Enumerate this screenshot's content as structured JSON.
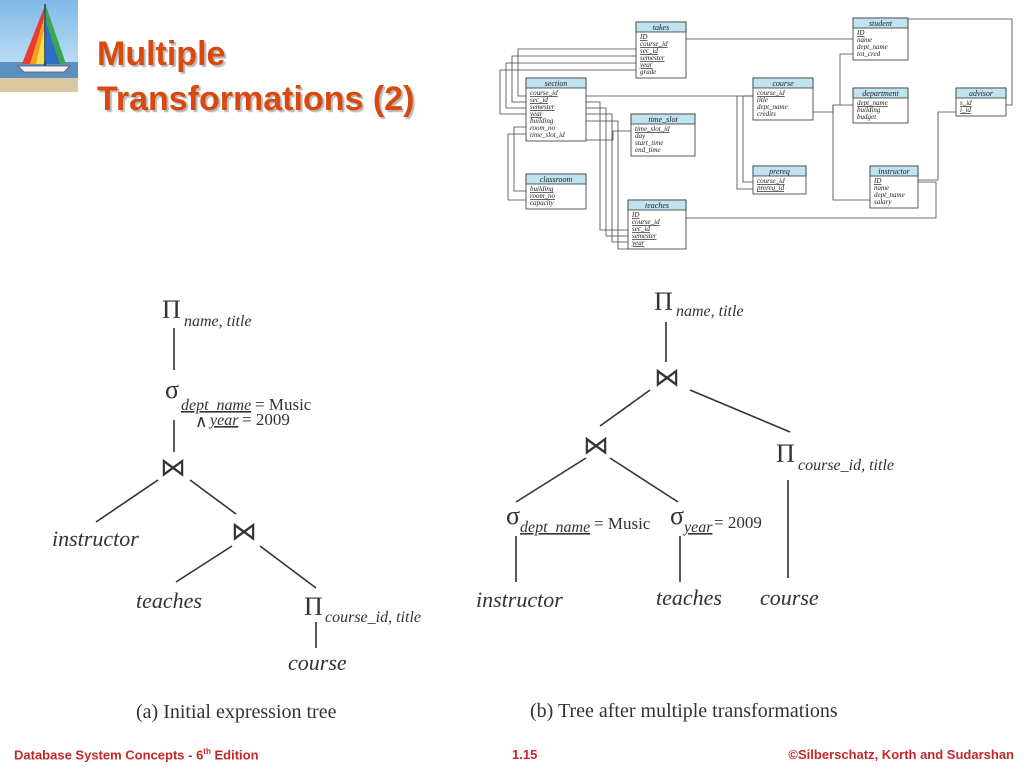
{
  "slide": {
    "title_line1": "Multiple",
    "title_line2": "Transformations (2)",
    "logo_icon": "sailboat-icon"
  },
  "schema_diagram": {
    "tables": [
      {
        "name": "takes",
        "attributes": [
          "ID",
          "course_id",
          "sec_id",
          "semester",
          "year",
          "grade"
        ]
      },
      {
        "name": "student",
        "attributes": [
          "ID",
          "name",
          "dept_name",
          "tot_cred"
        ]
      },
      {
        "name": "section",
        "attributes": [
          "course_id",
          "sec_id",
          "semester",
          "year",
          "building",
          "room_no",
          "time_slot_id"
        ]
      },
      {
        "name": "course",
        "attributes": [
          "course_id",
          "title",
          "dept_name",
          "credits"
        ]
      },
      {
        "name": "department",
        "attributes": [
          "dept_name",
          "building",
          "budget"
        ]
      },
      {
        "name": "advisor",
        "attributes": [
          "s_id",
          "i_id"
        ]
      },
      {
        "name": "time_slot",
        "attributes": [
          "time_slot_id",
          "day",
          "start_time",
          "end_time"
        ]
      },
      {
        "name": "prereq",
        "attributes": [
          "course_id",
          "prereq_id"
        ]
      },
      {
        "name": "instructor",
        "attributes": [
          "ID",
          "name",
          "dept_name",
          "salary"
        ]
      },
      {
        "name": "classroom",
        "attributes": [
          "building",
          "room_no",
          "capacity"
        ]
      },
      {
        "name": "teaches",
        "attributes": [
          "ID",
          "course_id",
          "sec_id",
          "semester",
          "year"
        ]
      }
    ],
    "header_color": "#bfe3ef"
  },
  "tree_a": {
    "projection_symbol": "Π",
    "projection_attrs": "name, title",
    "selection_symbol": "σ",
    "selection_attr1": "dept_name",
    "selection_op1": " = Music",
    "selection_and": "∧",
    "selection_attr2": "year",
    "selection_op2": " = 2009",
    "join_symbol": "⋈",
    "leaf_instructor": "instructor",
    "leaf_teaches": "teaches",
    "inner_projection_attrs": "course_id, title",
    "leaf_course": "course",
    "caption": "(a) Initial expression tree"
  },
  "tree_b": {
    "projection_symbol": "Π",
    "projection_attrs": "name, title",
    "join_symbol": "⋈",
    "inner_projection_attrs": "course_id, title",
    "selection_symbol": "σ",
    "sel1_attr": "dept_name",
    "sel1_op": " = Music",
    "sel2_attr": "year",
    "sel2_op": " = 2009",
    "leaf_instructor": "instructor",
    "leaf_teaches": "teaches",
    "leaf_course": "course",
    "caption": "(b) Tree after multiple transformations"
  },
  "footer": {
    "edition_text": "Database System Concepts - 6",
    "edition_sup": "th",
    "edition_suffix": " Edition",
    "page_number": "1.15",
    "copyright": "©Silberschatz, Korth and Sudarshan"
  }
}
